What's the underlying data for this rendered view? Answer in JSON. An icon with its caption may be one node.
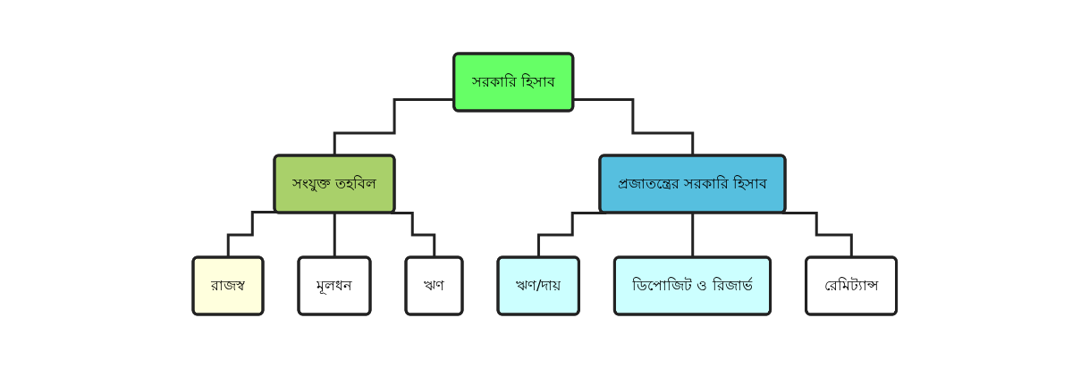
{
  "diagram": {
    "nodes": [
      {
        "text": [
          "সরকারি হিসাব"
        ]
      },
      {
        "text": [
          "সংযুক্ত তহবিল"
        ]
      },
      {
        "text": [
          "প্রজাতন্ত্রের সরকারি হিসাব"
        ]
      },
      {
        "text": [
          "রাজস্ব"
        ]
      },
      {
        "text": [
          "মূলধন"
        ]
      },
      {
        "text": [
          "ঋণ"
        ]
      },
      {
        "text": [
          "ঋণ/দায়"
        ]
      },
      {
        "text": [
          "ডিপোজিট ও রিজার্ভ"
        ]
      },
      {
        "text": [
          "রেমিট্যান্স"
        ]
      }
    ],
    "edges": [
      {
        "from": 0,
        "to": 1,
        "arrow": "none"
      },
      {
        "from": 0,
        "to": 2,
        "arrow": "none"
      },
      {
        "from": 1,
        "to": 3,
        "arrow": "none"
      },
      {
        "from": 1,
        "to": 4,
        "arrow": "none"
      },
      {
        "from": 1,
        "to": 5,
        "arrow": "none"
      },
      {
        "from": 2,
        "to": 6,
        "arrow": "none"
      },
      {
        "from": 2,
        "to": 7,
        "arrow": "none"
      },
      {
        "from": 2,
        "to": 8,
        "arrow": "none"
      }
    ]
  }
}
